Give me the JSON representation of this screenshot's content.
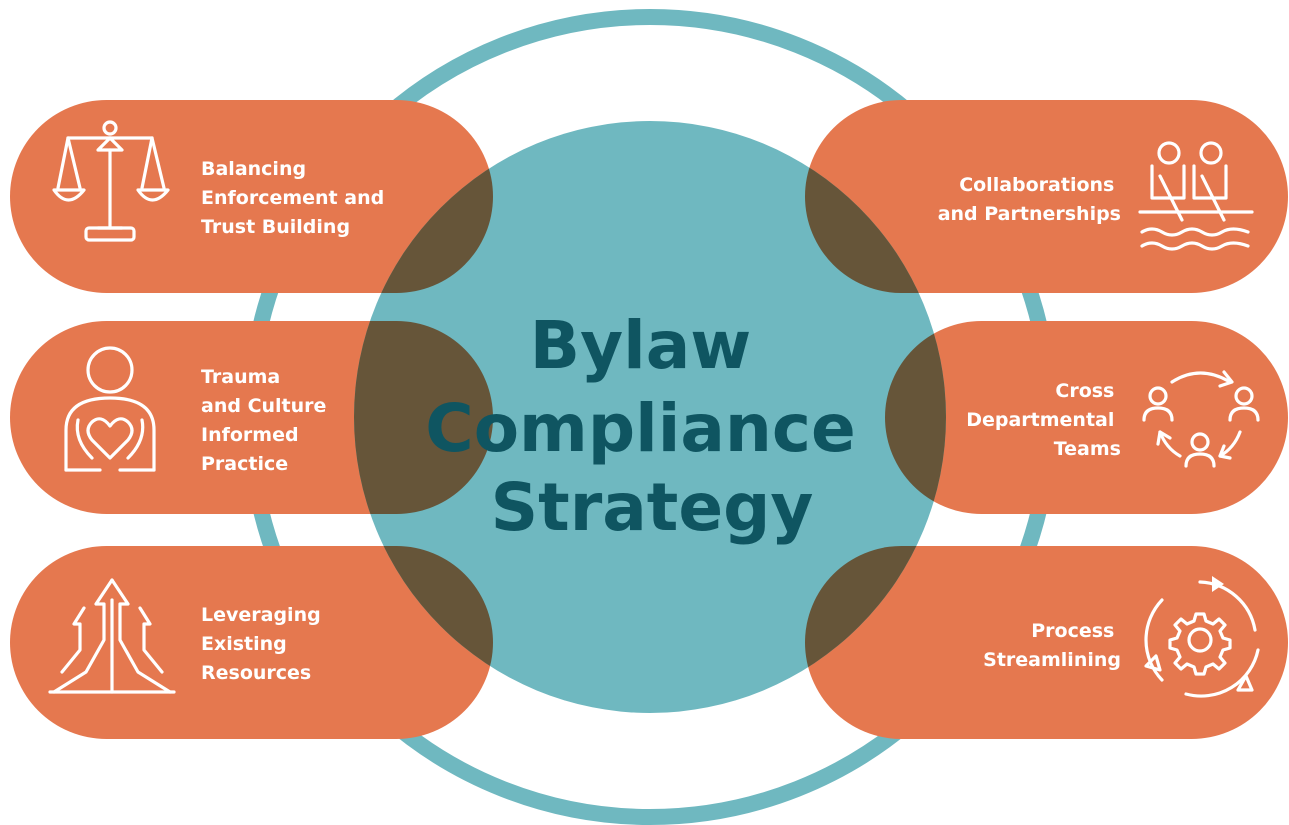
{
  "center": {
    "title_lines": [
      "Bylaw",
      "Compliance",
      "Strategy"
    ]
  },
  "pillars": [
    {
      "side": "left",
      "icon": "scales-icon",
      "lines": [
        "Balancing",
        "Enforcement and",
        "Trust Building"
      ]
    },
    {
      "side": "left",
      "icon": "heart-in-hands-icon",
      "lines": [
        "Trauma",
        "and Culture",
        "Informed",
        "Practice"
      ]
    },
    {
      "side": "left",
      "icon": "arrows-up-icon",
      "lines": [
        "Leveraging",
        "Existing",
        "Resources"
      ]
    },
    {
      "side": "right",
      "icon": "rowing-team-icon",
      "lines": [
        "Collaborations",
        "and Partnerships"
      ]
    },
    {
      "side": "right",
      "icon": "team-cycle-icon",
      "lines": [
        "Cross",
        "Departmental",
        "Teams"
      ]
    },
    {
      "side": "right",
      "icon": "gear-cycle-icon",
      "lines": [
        "Process",
        "Streamlining"
      ]
    }
  ],
  "colors": {
    "pill": "#e5784f",
    "overlap": "#665539",
    "center_fill": "#6fb8c0",
    "ring": "#6fb8c0",
    "title": "#0f5561",
    "label": "#ffffff"
  }
}
